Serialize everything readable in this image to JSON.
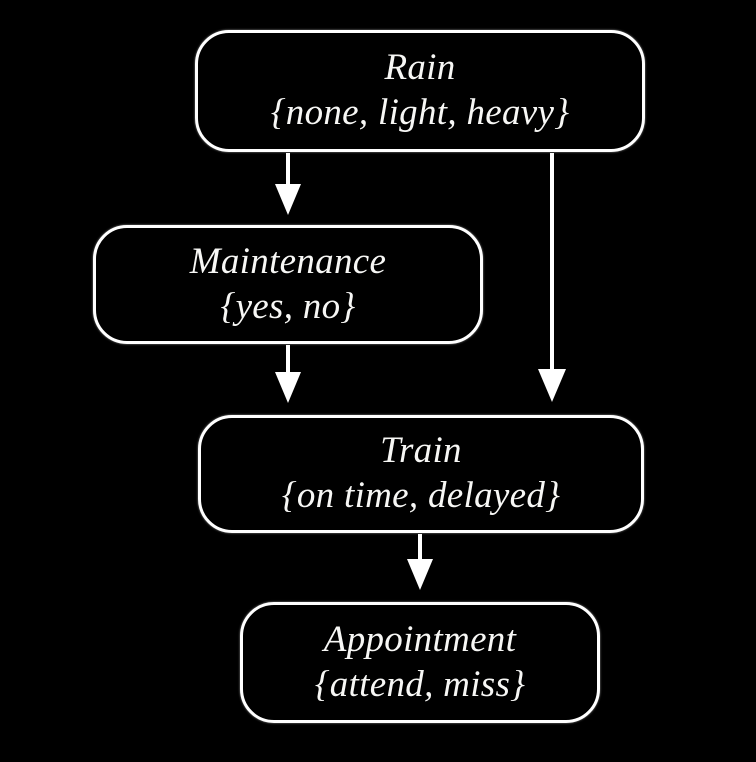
{
  "diagram": {
    "type": "bayesian-network",
    "background_color": "#000000",
    "node_border_color": "#ffffff",
    "text_color": "#f7f7f5",
    "nodes": [
      {
        "id": "rain",
        "name": "Rain",
        "values": "{none, light, heavy}"
      },
      {
        "id": "maintenance",
        "name": "Maintenance",
        "values": "{yes, no}"
      },
      {
        "id": "train",
        "name": "Train",
        "values": "{on time, delayed}"
      },
      {
        "id": "appointment",
        "name": "Appointment",
        "values": "{attend, miss}"
      }
    ],
    "edges": [
      {
        "id": "rain-to-maintenance",
        "from": "Rain",
        "to": "Maintenance"
      },
      {
        "id": "rain-to-train",
        "from": "Rain",
        "to": "Train"
      },
      {
        "id": "maintenance-to-train",
        "from": "Maintenance",
        "to": "Train"
      },
      {
        "id": "train-to-appointment",
        "from": "Train",
        "to": "Appointment"
      }
    ]
  }
}
